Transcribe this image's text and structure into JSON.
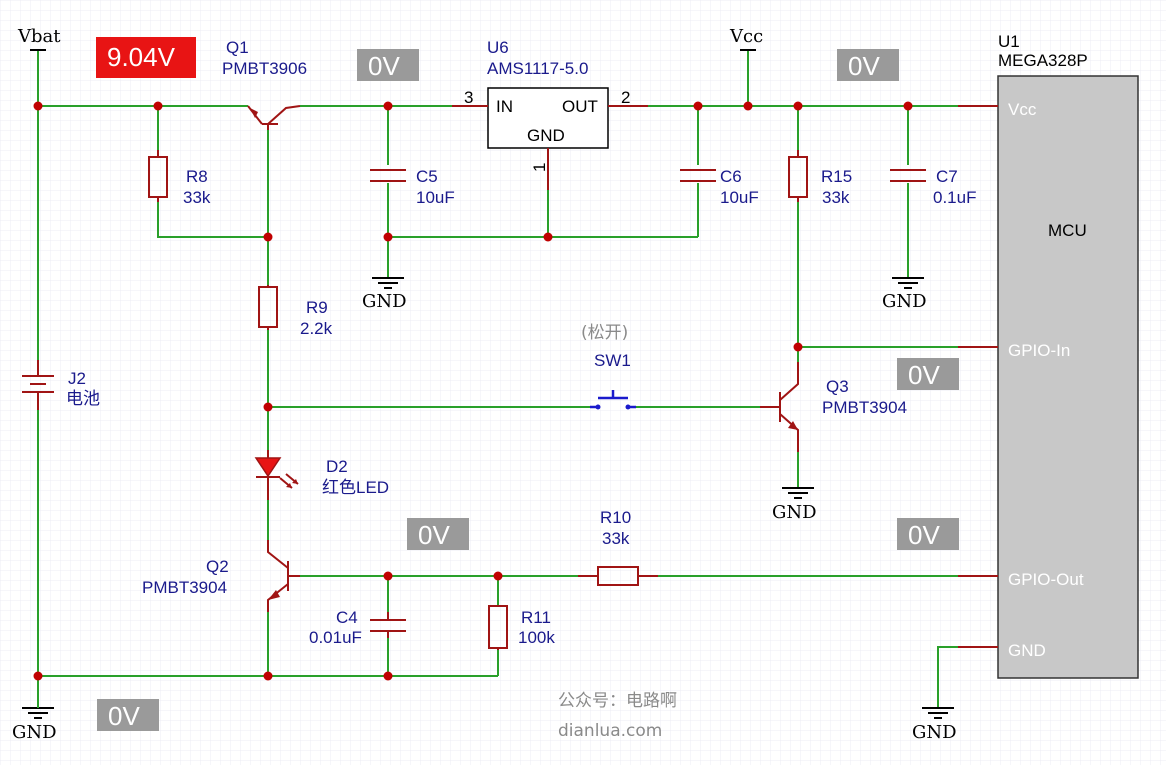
{
  "power": {
    "vbat": "Vbat",
    "vcc": "Vcc",
    "gnd": "GND"
  },
  "voltages": {
    "vbat": "9.04V",
    "q1_out": "0V",
    "vcc": "0V",
    "gpio_in": "0V",
    "q2_base": "0V",
    "gpio_out": "0V",
    "ground": "0V"
  },
  "colors": {
    "wire": "#2aa02a",
    "component": "#a01414",
    "active_tag": "#e81414",
    "inactive_tag": "#9a9a9a",
    "node": "#c00000",
    "mcu_body": "#c8c8c8"
  },
  "components": {
    "q1": {
      "ref": "Q1",
      "value": "PMBT3906"
    },
    "u6": {
      "ref": "U6",
      "value": "AMS1117-5.0",
      "pin_in": "IN",
      "pin_out": "OUT",
      "pin_gnd": "GND",
      "pin3": "3",
      "pin2": "2",
      "pin1": "1"
    },
    "u1": {
      "ref": "U1",
      "value": "MEGA328P",
      "body": "MCU",
      "pin_vcc": "Vcc",
      "pin_gpio_in": "GPIO-In",
      "pin_gpio_out": "GPIO-Out",
      "pin_gnd": "GND"
    },
    "r8": {
      "ref": "R8",
      "value": "33k"
    },
    "c5": {
      "ref": "C5",
      "value": "10uF"
    },
    "c6": {
      "ref": "C6",
      "value": "10uF"
    },
    "r15": {
      "ref": "R15",
      "value": "33k"
    },
    "c7": {
      "ref": "C7",
      "value": "0.1uF"
    },
    "r9": {
      "ref": "R9",
      "value": "2.2k"
    },
    "j2": {
      "ref": "J2",
      "value": "电池"
    },
    "sw1": {
      "ref": "SW1",
      "state": "(松开)"
    },
    "q3": {
      "ref": "Q3",
      "value": "PMBT3904"
    },
    "d2": {
      "ref": "D2",
      "value": "红色LED"
    },
    "q2": {
      "ref": "Q2",
      "value": "PMBT3904"
    },
    "r10": {
      "ref": "R10",
      "value": "33k"
    },
    "c4": {
      "ref": "C4",
      "value": "0.01uF"
    },
    "r11": {
      "ref": "R11",
      "value": "100k"
    }
  },
  "watermark": {
    "line1": "公众号：电路啊",
    "line2": "dianlua.com"
  }
}
